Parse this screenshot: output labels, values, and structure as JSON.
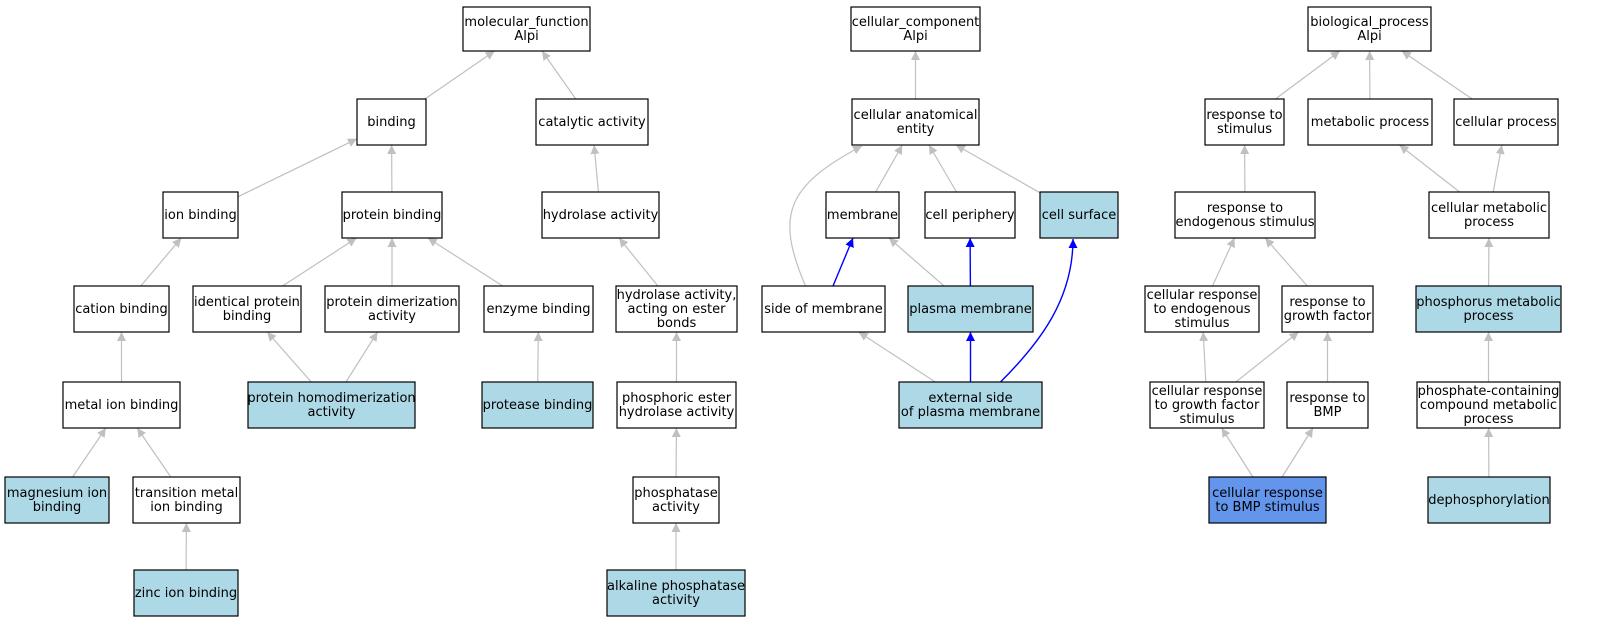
{
  "colors": {
    "plain": "#ffffff",
    "light": "#add8e6",
    "strong": "#6495ed",
    "edge_gray": "#c0c0c0",
    "edge_blue": "#0000ff"
  },
  "nodes": [
    {
      "id": "mf",
      "lines": [
        "molecular_function",
        "Alpi"
      ],
      "fill": "plain"
    },
    {
      "id": "binding",
      "lines": [
        "binding"
      ],
      "fill": "plain"
    },
    {
      "id": "catalytic",
      "lines": [
        "catalytic activity"
      ],
      "fill": "plain"
    },
    {
      "id": "ionbind",
      "lines": [
        "ion binding"
      ],
      "fill": "plain"
    },
    {
      "id": "protbind",
      "lines": [
        "protein binding"
      ],
      "fill": "plain"
    },
    {
      "id": "hydrolase",
      "lines": [
        "hydrolase activity"
      ],
      "fill": "plain"
    },
    {
      "id": "cationbind",
      "lines": [
        "cation binding"
      ],
      "fill": "plain"
    },
    {
      "id": "identprot",
      "lines": [
        "identical protein",
        "binding"
      ],
      "fill": "plain"
    },
    {
      "id": "protdimer",
      "lines": [
        "protein dimerization",
        "activity"
      ],
      "fill": "plain"
    },
    {
      "id": "enzbind",
      "lines": [
        "enzyme binding"
      ],
      "fill": "plain"
    },
    {
      "id": "hydroester",
      "lines": [
        "hydrolase activity,",
        "acting on ester",
        "bonds"
      ],
      "fill": "plain"
    },
    {
      "id": "metalion",
      "lines": [
        "metal ion binding"
      ],
      "fill": "plain"
    },
    {
      "id": "homodimer",
      "lines": [
        "protein homodimerization",
        "activity"
      ],
      "fill": "light"
    },
    {
      "id": "protease",
      "lines": [
        "protease binding"
      ],
      "fill": "light"
    },
    {
      "id": "phosester",
      "lines": [
        "phosphoric ester",
        "hydrolase activity"
      ],
      "fill": "plain"
    },
    {
      "id": "magnesium",
      "lines": [
        "magnesium ion",
        "binding"
      ],
      "fill": "light"
    },
    {
      "id": "transmetal",
      "lines": [
        "transition metal",
        "ion binding"
      ],
      "fill": "plain"
    },
    {
      "id": "phosphatase",
      "lines": [
        "phosphatase",
        "activity"
      ],
      "fill": "plain"
    },
    {
      "id": "zinc",
      "lines": [
        "zinc ion binding"
      ],
      "fill": "light"
    },
    {
      "id": "alkphos",
      "lines": [
        "alkaline phosphatase",
        "activity"
      ],
      "fill": "light"
    },
    {
      "id": "cc",
      "lines": [
        "cellular_component",
        "Alpi"
      ],
      "fill": "plain"
    },
    {
      "id": "cellanat",
      "lines": [
        "cellular anatomical",
        "entity"
      ],
      "fill": "plain"
    },
    {
      "id": "membrane",
      "lines": [
        "membrane"
      ],
      "fill": "plain"
    },
    {
      "id": "cellperiph",
      "lines": [
        "cell periphery"
      ],
      "fill": "plain"
    },
    {
      "id": "cellsurf",
      "lines": [
        "cell surface"
      ],
      "fill": "light"
    },
    {
      "id": "sidemem",
      "lines": [
        "side of membrane"
      ],
      "fill": "plain"
    },
    {
      "id": "plasmamem",
      "lines": [
        "plasma membrane"
      ],
      "fill": "light"
    },
    {
      "id": "extside",
      "lines": [
        "external side",
        "of plasma membrane"
      ],
      "fill": "light"
    },
    {
      "id": "bp",
      "lines": [
        "biological_process",
        "Alpi"
      ],
      "fill": "plain"
    },
    {
      "id": "respstim",
      "lines": [
        "response to",
        "stimulus"
      ],
      "fill": "plain"
    },
    {
      "id": "metabproc",
      "lines": [
        "metabolic process"
      ],
      "fill": "plain"
    },
    {
      "id": "cellproc",
      "lines": [
        "cellular process"
      ],
      "fill": "plain"
    },
    {
      "id": "respendo",
      "lines": [
        "response to",
        "endogenous stimulus"
      ],
      "fill": "plain"
    },
    {
      "id": "cellmetab",
      "lines": [
        "cellular metabolic",
        "process"
      ],
      "fill": "plain"
    },
    {
      "id": "cellrespendo",
      "lines": [
        "cellular response",
        "to endogenous",
        "stimulus"
      ],
      "fill": "plain"
    },
    {
      "id": "respgrowth",
      "lines": [
        "response to",
        "growth factor"
      ],
      "fill": "plain"
    },
    {
      "id": "phosmetab",
      "lines": [
        "phosphorus metabolic",
        "process"
      ],
      "fill": "light"
    },
    {
      "id": "cellrespgrowth",
      "lines": [
        "cellular response",
        "to growth factor",
        "stimulus"
      ],
      "fill": "plain"
    },
    {
      "id": "respbmp",
      "lines": [
        "response to",
        "BMP"
      ],
      "fill": "plain"
    },
    {
      "id": "phoscont",
      "lines": [
        "phosphate-containing",
        "compound metabolic",
        "process"
      ],
      "fill": "plain"
    },
    {
      "id": "cellrespbmp",
      "lines": [
        "cellular response",
        "to BMP stimulus"
      ],
      "fill": "strong"
    },
    {
      "id": "dephos",
      "lines": [
        "dephosphorylation"
      ],
      "fill": "light"
    }
  ],
  "edges": [
    {
      "from": "binding",
      "to": "mf",
      "color": "edge_gray"
    },
    {
      "from": "catalytic",
      "to": "mf",
      "color": "edge_gray"
    },
    {
      "from": "ionbind",
      "to": "binding",
      "color": "edge_gray"
    },
    {
      "from": "protbind",
      "to": "binding",
      "color": "edge_gray"
    },
    {
      "from": "hydrolase",
      "to": "catalytic",
      "color": "edge_gray"
    },
    {
      "from": "cationbind",
      "to": "ionbind",
      "color": "edge_gray"
    },
    {
      "from": "identprot",
      "to": "protbind",
      "color": "edge_gray"
    },
    {
      "from": "protdimer",
      "to": "protbind",
      "color": "edge_gray"
    },
    {
      "from": "enzbind",
      "to": "protbind",
      "color": "edge_gray"
    },
    {
      "from": "hydroester",
      "to": "hydrolase",
      "color": "edge_gray"
    },
    {
      "from": "metalion",
      "to": "cationbind",
      "color": "edge_gray"
    },
    {
      "from": "homodimer",
      "to": "identprot",
      "color": "edge_gray"
    },
    {
      "from": "homodimer",
      "to": "protdimer",
      "color": "edge_gray"
    },
    {
      "from": "protease",
      "to": "enzbind",
      "color": "edge_gray"
    },
    {
      "from": "phosester",
      "to": "hydroester",
      "color": "edge_gray"
    },
    {
      "from": "magnesium",
      "to": "metalion",
      "color": "edge_gray"
    },
    {
      "from": "transmetal",
      "to": "metalion",
      "color": "edge_gray"
    },
    {
      "from": "phosphatase",
      "to": "phosester",
      "color": "edge_gray"
    },
    {
      "from": "zinc",
      "to": "transmetal",
      "color": "edge_gray"
    },
    {
      "from": "alkphos",
      "to": "phosphatase",
      "color": "edge_gray"
    },
    {
      "from": "cellanat",
      "to": "cc",
      "color": "edge_gray"
    },
    {
      "from": "membrane",
      "to": "cellanat",
      "color": "edge_gray"
    },
    {
      "from": "cellperiph",
      "to": "cellanat",
      "color": "edge_gray"
    },
    {
      "from": "cellsurf",
      "to": "cellanat",
      "color": "edge_gray"
    },
    {
      "from": "sidemem",
      "to": "cellanat",
      "color": "edge_gray",
      "curve": true
    },
    {
      "from": "sidemem",
      "to": "membrane",
      "color": "edge_blue"
    },
    {
      "from": "plasmamem",
      "to": "membrane",
      "color": "edge_gray"
    },
    {
      "from": "plasmamem",
      "to": "cellperiph",
      "color": "edge_blue"
    },
    {
      "from": "extside",
      "to": "sidemem",
      "color": "edge_gray"
    },
    {
      "from": "extside",
      "to": "plasmamem",
      "color": "edge_blue"
    },
    {
      "from": "extside",
      "to": "cellsurf",
      "color": "edge_blue",
      "curve": true
    },
    {
      "from": "respstim",
      "to": "bp",
      "color": "edge_gray"
    },
    {
      "from": "metabproc",
      "to": "bp",
      "color": "edge_gray"
    },
    {
      "from": "cellproc",
      "to": "bp",
      "color": "edge_gray"
    },
    {
      "from": "respendo",
      "to": "respstim",
      "color": "edge_gray"
    },
    {
      "from": "cellmetab",
      "to": "metabproc",
      "color": "edge_gray"
    },
    {
      "from": "cellmetab",
      "to": "cellproc",
      "color": "edge_gray"
    },
    {
      "from": "cellrespendo",
      "to": "respendo",
      "color": "edge_gray"
    },
    {
      "from": "respgrowth",
      "to": "respendo",
      "color": "edge_gray"
    },
    {
      "from": "phosmetab",
      "to": "cellmetab",
      "color": "edge_gray"
    },
    {
      "from": "cellrespgrowth",
      "to": "cellrespendo",
      "color": "edge_gray"
    },
    {
      "from": "cellrespgrowth",
      "to": "respgrowth",
      "color": "edge_gray"
    },
    {
      "from": "respbmp",
      "to": "respgrowth",
      "color": "edge_gray"
    },
    {
      "from": "phoscont",
      "to": "phosmetab",
      "color": "edge_gray"
    },
    {
      "from": "cellrespbmp",
      "to": "cellrespgrowth",
      "color": "edge_gray"
    },
    {
      "from": "cellrespbmp",
      "to": "respbmp",
      "color": "edge_gray"
    },
    {
      "from": "dephos",
      "to": "phoscont",
      "color": "edge_gray"
    }
  ]
}
